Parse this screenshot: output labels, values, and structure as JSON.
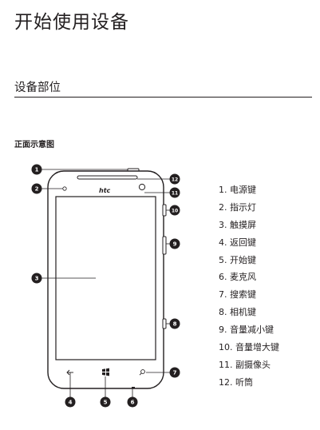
{
  "page_title": "开始使用设备",
  "section_title": "设备部位",
  "diagram_caption": "正面示意图",
  "phone_brand": "htc",
  "callout_numbers": [
    "1",
    "2",
    "3",
    "4",
    "5",
    "6",
    "7",
    "8",
    "9",
    "10",
    "11",
    "12"
  ],
  "parts": [
    {
      "num": "1.",
      "label": "电源键"
    },
    {
      "num": "2.",
      "label": "指示灯"
    },
    {
      "num": "3.",
      "label": "触摸屏"
    },
    {
      "num": "4.",
      "label": "返回键"
    },
    {
      "num": "5.",
      "label": "开始键"
    },
    {
      "num": "6.",
      "label": "麦克风"
    },
    {
      "num": "7.",
      "label": "搜索键"
    },
    {
      "num": "8.",
      "label": "相机键"
    },
    {
      "num": "9.",
      "label": "音量减小键"
    },
    {
      "num": "10.",
      "label": "音量增大键"
    },
    {
      "num": "11.",
      "label": "副摄像头"
    },
    {
      "num": "12.",
      "label": "听筒"
    }
  ],
  "icons": {
    "back": "back-arrow-icon",
    "start": "windows-logo-icon",
    "search": "magnifier-icon"
  }
}
